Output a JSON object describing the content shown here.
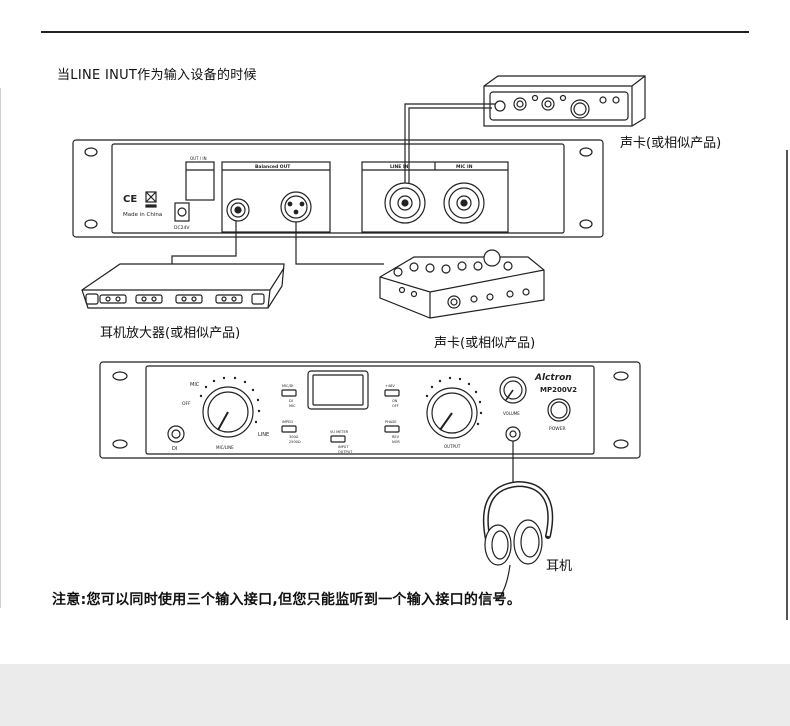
{
  "heading": "当LINE INUT作为输入设备的时候",
  "captions": {
    "soundcard_top": "声卡(或相似产品)",
    "headphone_amp": "耳机放大器(或相似产品)",
    "soundcard_mid": "声卡(或相似产品)",
    "headphones": "耳机"
  },
  "note": "注意:您可以同时使用三个输入接口,但您只能监听到一个输入接口的信号。",
  "rack_unit": {
    "out_label": "OUT / IN",
    "balanced_out": "Balanced OUT",
    "line_in": "LINE IN",
    "mic_in": "MIC IN",
    "made_in": "Made in China",
    "dc": "DC24V",
    "ce": "CE"
  },
  "mp200": {
    "brand": "Alctron",
    "model": "MP200V2",
    "power": "POWER",
    "volume": "VOLUME",
    "output": "OUTPUT",
    "mic_line": "MIC/LINE",
    "mic": "MIC",
    "off": "OFF",
    "line": "LINE",
    "di": "DI",
    "vu_meter": "VU METER",
    "input": "INPUT",
    "output_sel": "OUTPUT",
    "phase": "PHASE",
    "rev": "REV",
    "nor": "NOR",
    "phantom": "+48V",
    "on": "ON",
    "off2": "OFF",
    "mic_di": "MIC/DI",
    "di_sel": "DI",
    "mic_sel": "MIC",
    "imped": "IMPED",
    "z300": "300Ω",
    "z2500": "2500Ω"
  },
  "colors": {
    "line": "#222222",
    "footer": "#ebebeb",
    "panel": "#ffffff"
  }
}
